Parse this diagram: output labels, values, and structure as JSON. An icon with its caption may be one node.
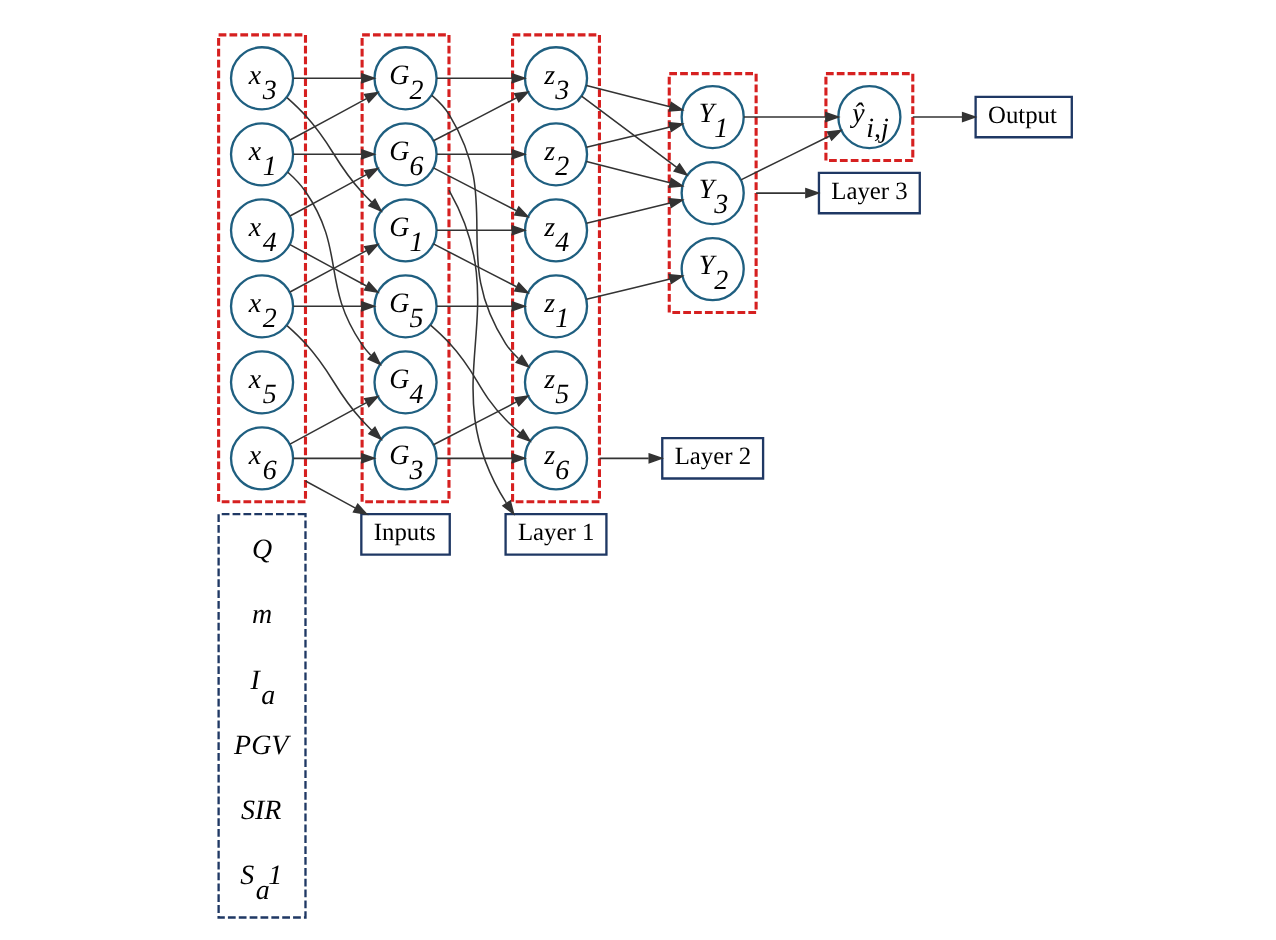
{
  "diagram": {
    "nodes": [
      {
        "text": [
          "Q",
          "m",
          "I$_{a}$",
          "PGV",
          "SIR",
          "S$_{a}$1"
        ]
      },
      {
        "text": [],
        "shape": "box"
      },
      {
        "text": [
          "x$_{1}$"
        ],
        "in": 1
      },
      {
        "text": [
          "x$_{2}$"
        ],
        "in": 1
      },
      {
        "text": [
          "x$_{3}$"
        ],
        "in": 1
      },
      {
        "text": [
          "x$_{4}$"
        ],
        "in": 1
      },
      {
        "text": [
          "x$_{5}$"
        ],
        "in": 1
      },
      {
        "text": [
          "x$_{6}$"
        ],
        "in": 1
      },
      {
        "text": [],
        "shape": "box"
      },
      {
        "text": [
          "G$_{1}$"
        ],
        "in": 8
      },
      {
        "text": [
          "G$_{2}$"
        ],
        "in": 8
      },
      {
        "text": [
          "G$_{3}$"
        ],
        "in": 8
      },
      {
        "text": [
          "G$_{4}$"
        ],
        "in": 8
      },
      {
        "text": [
          "G$_{5}$"
        ],
        "in": 8
      },
      {
        "text": [
          "G$_{6}$"
        ],
        "in": 8
      },
      {
        "text": [],
        "shape": "box"
      },
      {
        "text": [
          "z$_{1}$"
        ],
        "in": 15
      },
      {
        "text": [
          "z$_{2}$"
        ],
        "in": 15
      },
      {
        "text": [
          "z$_{3}$"
        ],
        "in": 15
      },
      {
        "text": [
          "z$_{4}$"
        ],
        "in": 15
      },
      {
        "text": [
          "z$_{5}$"
        ],
        "in": 15
      },
      {
        "text": [
          "z$_{6}$"
        ],
        "in": 15
      },
      {
        "text": [],
        "shape": "box"
      },
      {
        "text": [
          "Y$_{1}$"
        ],
        "in": 22
      },
      {
        "text": [
          "Y$_{2}$"
        ],
        "in": 22
      },
      {
        "text": [
          "Y$_{3}$"
        ],
        "in": 22
      },
      {
        "text": [],
        "shape": "box"
      },
      {
        "text": [
          "ŷ$_{i,j}$"
        ],
        "in": 26
      },
      {
        "text": [
          "Inputs"
        ]
      },
      {
        "text": [
          "Layer 1"
        ]
      },
      {
        "text": [
          "Layer 2"
        ]
      },
      {
        "text": [
          "Layer 3"
        ]
      },
      {
        "text": [
          "Output"
        ]
      }
    ],
    "edges": [
      {
        "from": 2,
        "to": 10,
        "arrow": "to"
      },
      {
        "from": 2,
        "to": 12,
        "arrow": "to"
      },
      {
        "from": 2,
        "to": 14,
        "arrow": "to"
      },
      {
        "from": 3,
        "to": 9,
        "arrow": "to"
      },
      {
        "from": 3,
        "to": 11,
        "arrow": "to"
      },
      {
        "from": 3,
        "to": 13,
        "arrow": "to"
      },
      {
        "from": 4,
        "to": 9,
        "arrow": "to"
      },
      {
        "from": 4,
        "to": 10,
        "arrow": "to"
      },
      {
        "from": 5,
        "to": 13,
        "arrow": "to"
      },
      {
        "from": 5,
        "to": 14,
        "arrow": "to"
      },
      {
        "from": 7,
        "to": 11,
        "arrow": "to"
      },
      {
        "from": 7,
        "to": 12,
        "arrow": "to"
      },
      {
        "from": 9,
        "to": 16,
        "arrow": "to"
      },
      {
        "from": 9,
        "to": 19,
        "arrow": "to"
      },
      {
        "from": 10,
        "to": 18,
        "arrow": "to"
      },
      {
        "from": 10,
        "to": 20,
        "arrow": "to"
      },
      {
        "from": 11,
        "to": 20,
        "arrow": "to"
      },
      {
        "from": 11,
        "to": 21,
        "arrow": "to"
      },
      {
        "from": 13,
        "to": 16,
        "arrow": "to"
      },
      {
        "from": 13,
        "to": 21,
        "arrow": "to"
      },
      {
        "from": 14,
        "to": 17,
        "arrow": "to"
      },
      {
        "from": 14,
        "to": 18,
        "arrow": "to"
      },
      {
        "from": 14,
        "to": 19,
        "arrow": "to"
      },
      {
        "from": 16,
        "to": 24,
        "arrow": "to"
      },
      {
        "from": 17,
        "to": 23,
        "arrow": "to"
      },
      {
        "from": 17,
        "to": 25,
        "arrow": "to"
      },
      {
        "from": 18,
        "to": 23,
        "arrow": "to"
      },
      {
        "from": 18,
        "to": 25,
        "arrow": "to"
      },
      {
        "from": 19,
        "to": 25,
        "arrow": "to"
      },
      {
        "from": 23,
        "to": 27,
        "arrow": "to"
      },
      {
        "from": 25,
        "to": 27,
        "arrow": "to"
      },
      {
        "from": 1,
        "to": 28,
        "arrow": "to"
      },
      {
        "from": 8,
        "to": 29,
        "arrow": "to"
      },
      {
        "from": 15,
        "to": 30,
        "arrow": "to"
      },
      {
        "from": 22,
        "to": 31,
        "arrow": "to"
      },
      {
        "from": 26,
        "to": 32,
        "arrow": "to"
      }
    ]
  }
}
